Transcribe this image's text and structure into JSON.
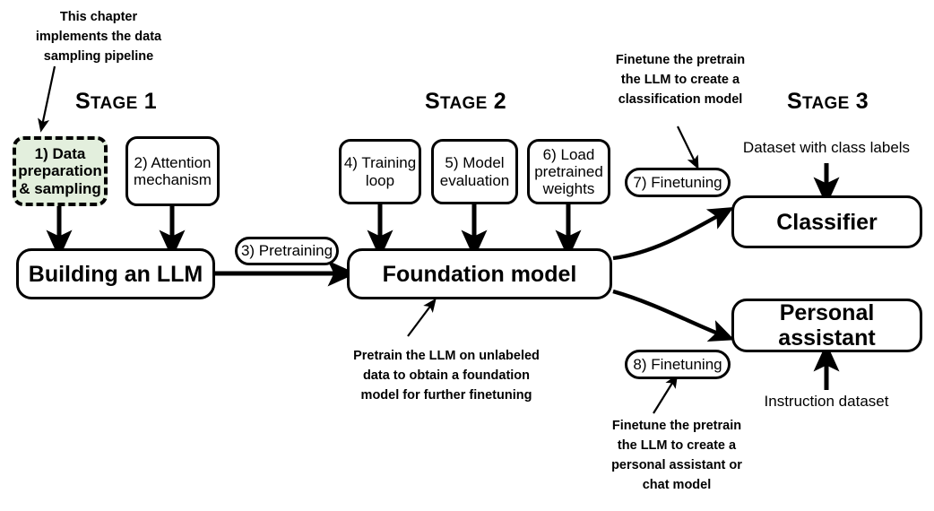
{
  "diagram": {
    "title_stages": [
      {
        "lead": "S",
        "rest": "TAGE",
        "num": " 1"
      },
      {
        "lead": "S",
        "rest": "TAGE",
        "num": " 2"
      },
      {
        "lead": "S",
        "rest": "TAGE",
        "num": " 3"
      }
    ],
    "stage1": {
      "box1": "1) Data\npreparation\n& sampling",
      "box2": "2) Attention\nmechanism",
      "output": "Building an LLM"
    },
    "stage2": {
      "box4": "4) Training\nloop",
      "box5": "5) Model\nevaluation",
      "box6": "6) Load\npretrained\nweights",
      "output": "Foundation model",
      "edge_pretraining": "3) Pretraining"
    },
    "stage3": {
      "classifier": "Classifier",
      "assistant": "Personal assistant",
      "edge_finetuning_7": "7) Finetuning",
      "edge_finetuning_8": "8) Finetuning",
      "dataset_class_labels": "Dataset with class labels",
      "dataset_instruction": "Instruction dataset"
    },
    "annotations": {
      "chapter_note": "This chapter\nimplements the data\nsampling pipeline",
      "pretrain_note": "Pretrain the LLM on unlabeled\ndata to obtain a foundation\nmodel for further finetuning",
      "classification_note": "Finetune the pretrain\nthe LLM to create a\nclassification model",
      "assistant_note": "Finetune the pretrain\nthe LLM to create a\npersonal assistant or\nchat model"
    },
    "colors": {
      "highlight_fill": "#e3efdd",
      "stroke": "#000000",
      "background": "#ffffff"
    }
  }
}
